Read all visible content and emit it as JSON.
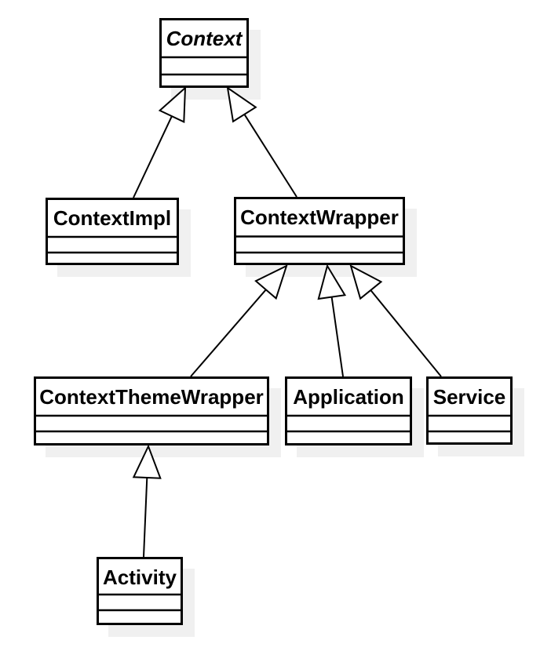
{
  "diagram": {
    "type": "uml-class-diagram",
    "subject": "Android Context class hierarchy",
    "colors": {
      "background": "#ffffff",
      "box_fill": "#ffffff",
      "stroke": "#000000",
      "shadow": "#f0f0f0",
      "text": "#000000"
    },
    "classes": [
      {
        "name": "Context",
        "abstract": true,
        "attributes": [],
        "methods": []
      },
      {
        "name": "ContextImpl",
        "abstract": false,
        "attributes": [],
        "methods": []
      },
      {
        "name": "ContextWrapper",
        "abstract": false,
        "attributes": [],
        "methods": []
      },
      {
        "name": "ContextThemeWrapper",
        "abstract": false,
        "attributes": [],
        "methods": []
      },
      {
        "name": "Application",
        "abstract": false,
        "attributes": [],
        "methods": []
      },
      {
        "name": "Service",
        "abstract": false,
        "attributes": [],
        "methods": []
      },
      {
        "name": "Activity",
        "abstract": false,
        "attributes": [],
        "methods": []
      }
    ],
    "relations": [
      {
        "from": "ContextImpl",
        "to": "Context",
        "type": "generalization"
      },
      {
        "from": "ContextWrapper",
        "to": "Context",
        "type": "generalization"
      },
      {
        "from": "ContextThemeWrapper",
        "to": "ContextWrapper",
        "type": "generalization"
      },
      {
        "from": "Application",
        "to": "ContextWrapper",
        "type": "generalization"
      },
      {
        "from": "Service",
        "to": "ContextWrapper",
        "type": "generalization"
      },
      {
        "from": "Activity",
        "to": "ContextThemeWrapper",
        "type": "generalization"
      }
    ]
  }
}
